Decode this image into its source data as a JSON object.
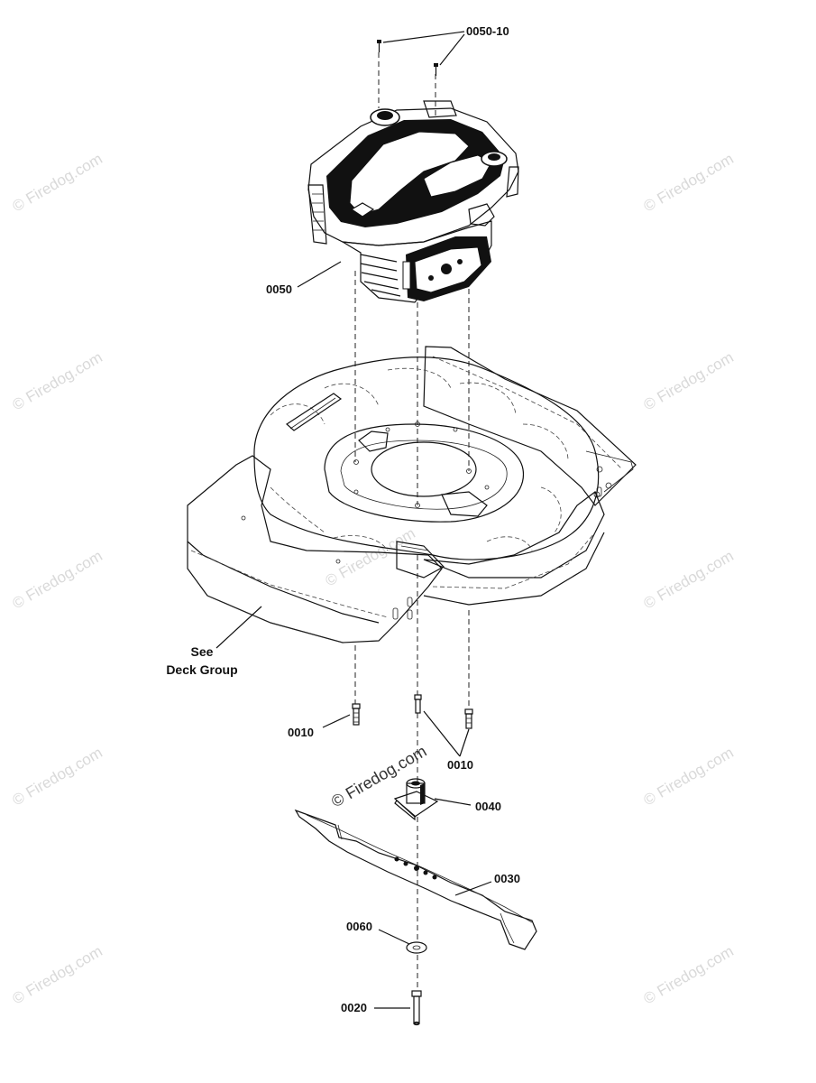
{
  "labels": {
    "p0050_10": "0050-10",
    "p0050": "0050",
    "see_line1": "See",
    "see_line2": "Deck Group",
    "p0010_left": "0010",
    "p0010_right": "0010",
    "p0040": "0040",
    "p0030": "0030",
    "p0060": "0060",
    "p0020": "0020"
  },
  "watermark": {
    "text": "© Firedog.com"
  }
}
